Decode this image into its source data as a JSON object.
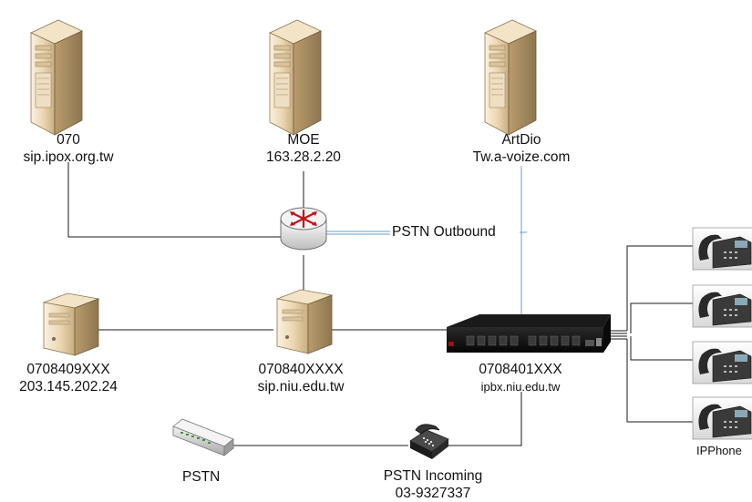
{
  "servers": {
    "s070": {
      "line1": "070",
      "line2": "sip.ipox.org.tw"
    },
    "moe": {
      "line1": "MOE",
      "line2": "163.28.2.20"
    },
    "artdio": {
      "line1": "ArtDio",
      "line2": "Tw.a-voize.com"
    }
  },
  "router_link_label": "PSTN Outbound",
  "nodes": {
    "left": {
      "line1": "0708409XXX",
      "line2": "203.145.202.24"
    },
    "middle": {
      "line1": "070840XXXX",
      "line2": "sip.niu.edu.tw"
    },
    "ipbx": {
      "line1": "0708401XXX",
      "line2": "ipbx.niu.edu.tw"
    }
  },
  "pstn": {
    "switch_label": "PSTN",
    "incoming_line1": "PSTN Incoming",
    "incoming_line2": "03-9327337"
  },
  "phones_label": "IPPhone",
  "colors": {
    "wire": "#1a1a1a",
    "blue_wire": "#6a9fd0",
    "server_body": "#e8d2ad",
    "server_shadow": "#b8a078"
  }
}
